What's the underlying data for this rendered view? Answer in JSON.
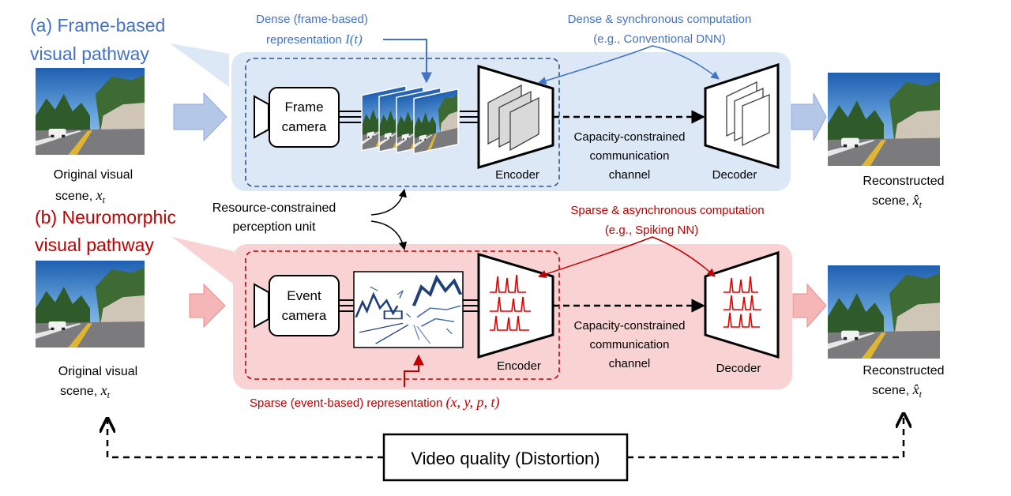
{
  "pathway_a": {
    "title_line1": "(a) Frame-based",
    "title_line2": "visual pathway",
    "original_caption_line1": "Original visual",
    "original_caption_line2": "scene, ",
    "original_symbol": "x",
    "original_subscript": "t",
    "camera_label_line1": "Frame",
    "camera_label_line2": "camera",
    "representation_line1": "Dense (frame-based)",
    "representation_line2": "representation ",
    "representation_math": "I(t)",
    "computation_line1": "Dense & synchronous computation",
    "computation_line2": "(e.g., Conventional DNN)",
    "encoder_label": "Encoder",
    "decoder_label": "Decoder",
    "channel_line1": "Capacity-constrained",
    "channel_line2": "communication",
    "channel_line3": "channel",
    "reconstructed_line1": "Reconstructed",
    "reconstructed_line2": "scene, ",
    "reconstructed_symbol": "x̂",
    "reconstructed_subscript": "t"
  },
  "shared": {
    "unit_line1": "Resource-constrained",
    "unit_line2": "perception unit",
    "quality_label": "Video quality (Distortion)"
  },
  "pathway_b": {
    "title_line1": "(b) Neuromorphic",
    "title_line2": "visual pathway",
    "original_caption_line1": "Original visual",
    "original_caption_line2": "scene, ",
    "original_symbol": "x",
    "original_subscript": "t",
    "camera_label_line1": "Event",
    "camera_label_line2": "camera",
    "representation_text": "Sparse (event-based) representation ",
    "representation_math": "(x, y, p, t)",
    "computation_line1": "Sparse & asynchronous computation",
    "computation_line2": "(e.g., Spiking NN)",
    "encoder_label": "Encoder",
    "decoder_label": "Decoder",
    "channel_line1": "Capacity-constrained",
    "channel_line2": "communication",
    "channel_line3": "channel",
    "reconstructed_line1": "Reconstructed",
    "reconstructed_line2": "scene, ",
    "reconstructed_symbol": "x̂",
    "reconstructed_subscript": "t"
  },
  "colors": {
    "blue_text": "#4472C4",
    "red_text": "#C00000",
    "blue_panel": "#DCE8F5",
    "red_panel": "#F9D3D3",
    "blue_arrow": "#B4C7E7",
    "red_arrow": "#F4B6B6",
    "spike": "#E00000"
  }
}
